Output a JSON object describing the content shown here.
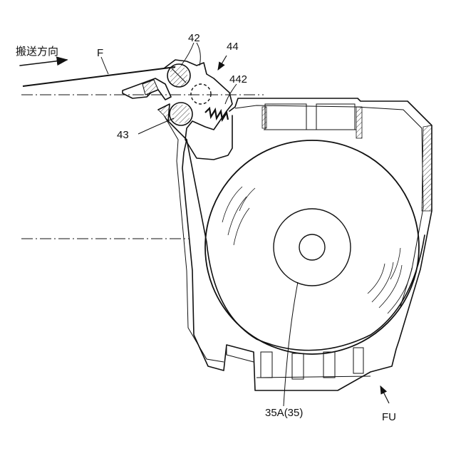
{
  "labels": {
    "direction": "搬送方向",
    "sheet": "F",
    "roller_pair": "42",
    "unit_44": "44",
    "spring": "442",
    "roller_43": "43",
    "drum": "35A(35)",
    "fixing_unit": "FU"
  }
}
